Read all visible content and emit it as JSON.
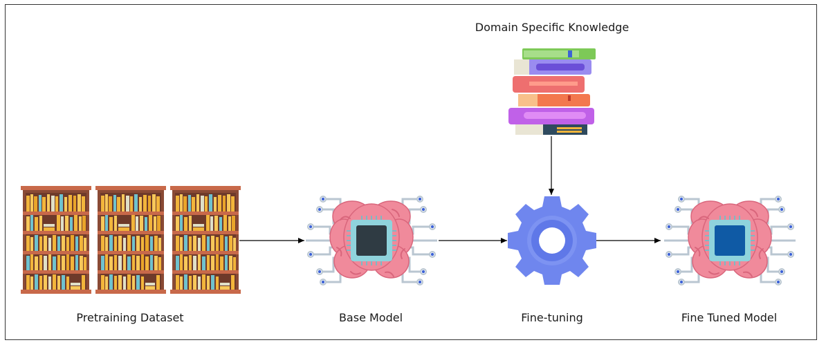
{
  "labels": {
    "domain": "Domain Specific Knowledge",
    "pretraining": "Pretraining Dataset",
    "base_model": "Base Model",
    "fine_tuning": "Fine-tuning",
    "fine_tuned_model": "Fine Tuned Model"
  },
  "icons": {
    "bookshelves": "bookshelf-icon",
    "book_stack": "book-stack-icon",
    "base_brain": "brain-chip-icon",
    "gear": "gear-icon",
    "tuned_brain": "brain-chip-icon"
  },
  "colors": {
    "brain": "#f08a9b",
    "chip_base": "#2f3b43",
    "chip_tuned": "#0f5aa5",
    "gear": "#6f86ee",
    "shelf": "#b45a3c",
    "circuit": "#b9c6d1"
  }
}
